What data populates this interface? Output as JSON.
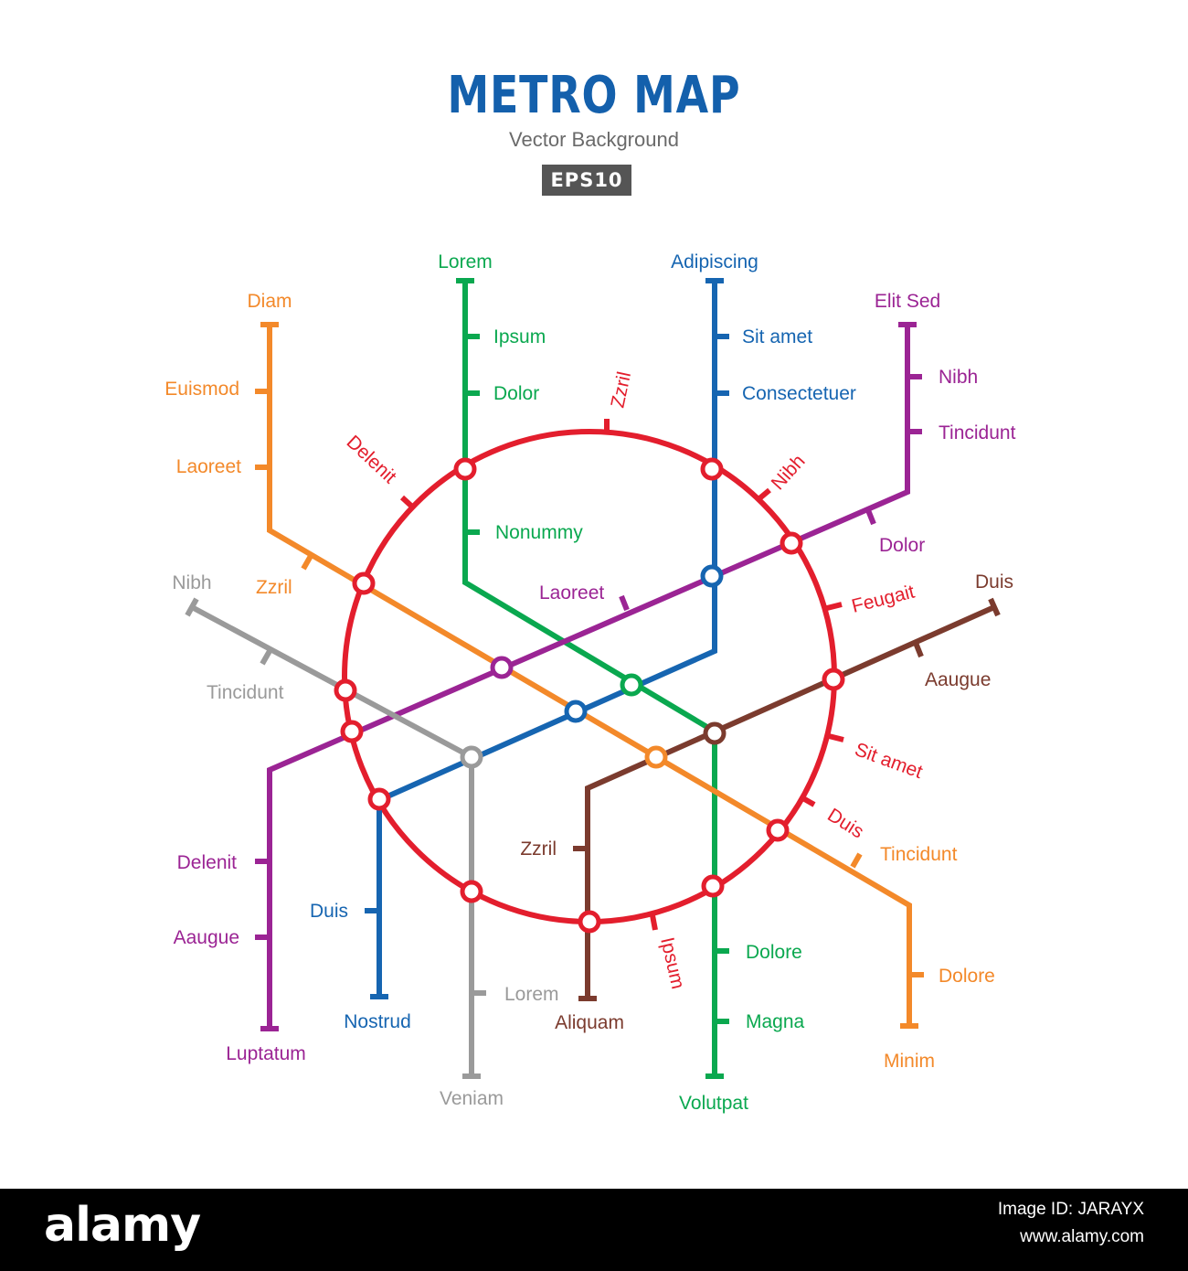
{
  "header": {
    "title": "METRO MAP",
    "subtitle": "Vector Background",
    "badge": "EPS10"
  },
  "colors": {
    "red": "#e31e2d",
    "green": "#0aa84f",
    "blue": "#1665b1",
    "orange": "#f3892a",
    "purple": "#9b2494",
    "gray": "#9a9a9a",
    "brown": "#7b3b2e",
    "title_blue": "#1460ac"
  },
  "stations": {
    "green": [
      "Lorem",
      "Ipsum",
      "Dolor",
      "Nonummy",
      "Dolore",
      "Magna",
      "Volutpat"
    ],
    "blue": [
      "Adipiscing",
      "Sit amet",
      "Consectetuer",
      "Duis",
      "Nostrud"
    ],
    "purple": [
      "Elit Sed",
      "Nibh",
      "Tincidunt",
      "Dolor",
      "Laoreet",
      "Delenit",
      "Aaugue",
      "Luptatum"
    ],
    "orange": [
      "Diam",
      "Euismod",
      "Laoreet",
      "Zzril",
      "Tincidunt",
      "Dolore",
      "Minim"
    ],
    "gray": [
      "Nibh",
      "Tincidunt",
      "Lorem",
      "Veniam"
    ],
    "brown": [
      "Duis",
      "Aaugue",
      "Zzril",
      "Aliquam"
    ],
    "red": [
      "Zzril",
      "Delenit",
      "Nibh",
      "Feugait",
      "Sit amet",
      "Duis",
      "Ipsum"
    ]
  },
  "footer": {
    "logo": "alamy",
    "image_id": "Image ID: JARAYX",
    "site": "www.alamy.com"
  }
}
